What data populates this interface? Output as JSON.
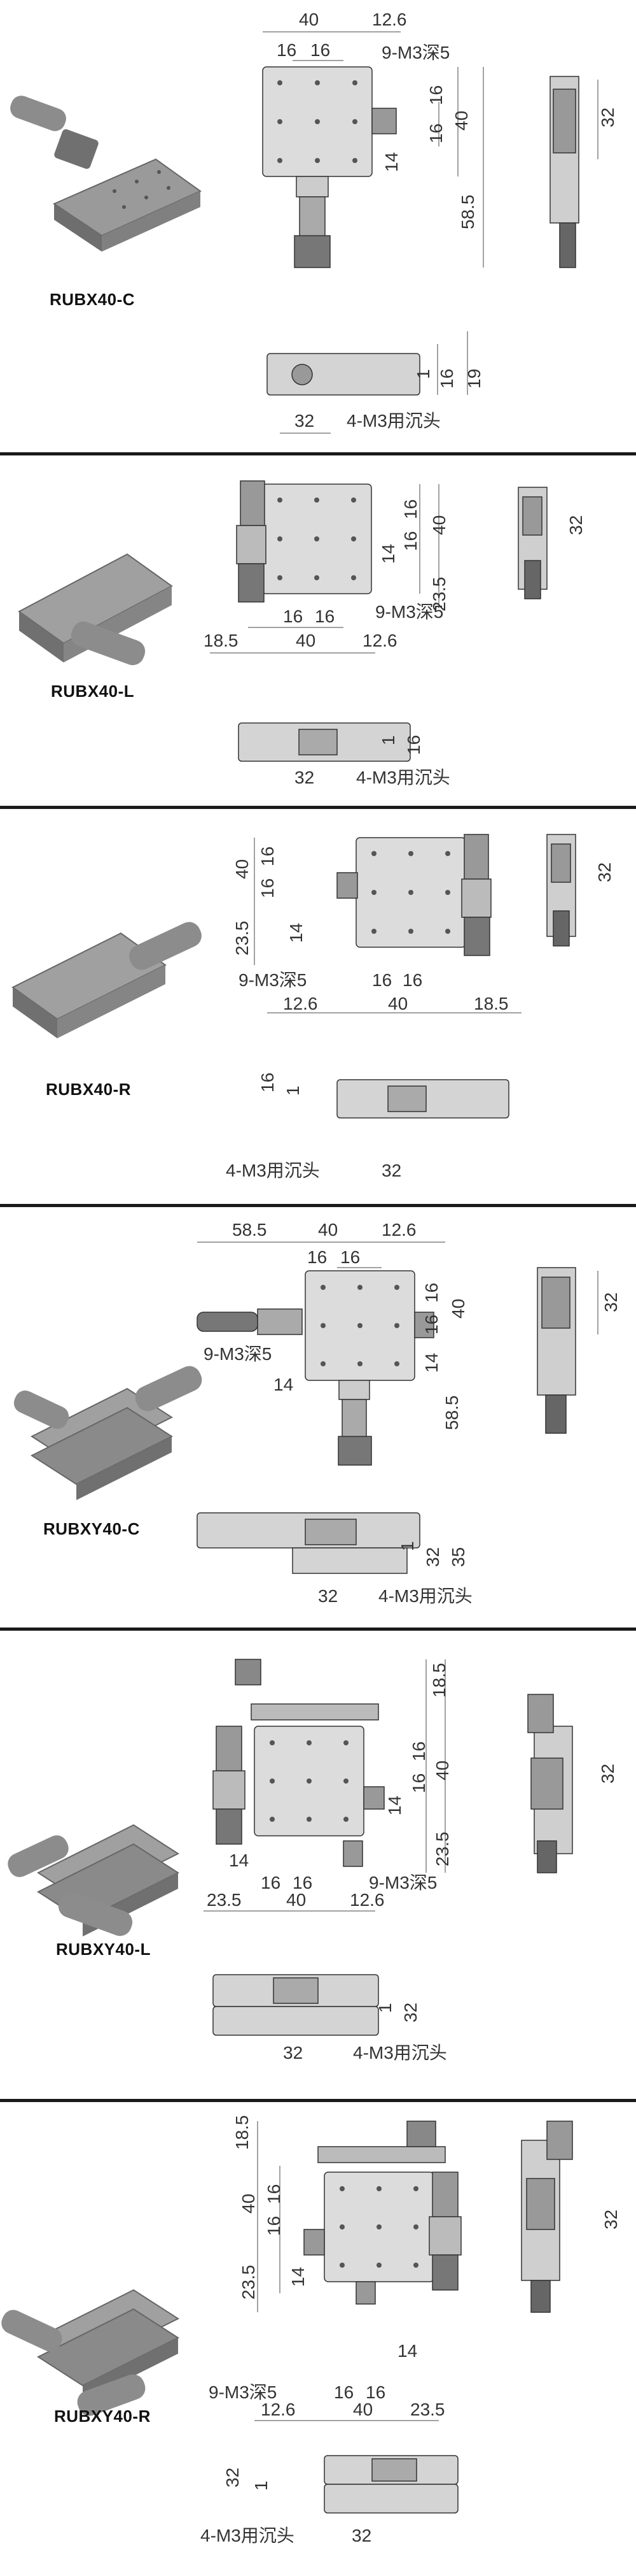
{
  "sections": [
    {
      "model": "RUBX40-C",
      "top_labels": [
        "40",
        "12.6",
        "16",
        "16",
        "9-M3深5"
      ],
      "right_labels": [
        "16",
        "16",
        "40",
        "14",
        "58.5"
      ],
      "side_labels": [
        "32"
      ],
      "bottom_labels": [
        "1",
        "16",
        "19",
        "32",
        "4-M3用沉头"
      ]
    },
    {
      "model": "RUBX40-L",
      "top_labels": [
        "16",
        "16",
        "40",
        "14",
        "23.5"
      ],
      "side_labels": [
        "32"
      ],
      "mid_labels": [
        "9-M3深5",
        "16",
        "16",
        "18.5",
        "40",
        "12.6"
      ],
      "bottom_labels": [
        "1",
        "16",
        "32",
        "4-M3用沉头"
      ]
    },
    {
      "model": "RUBX40-R",
      "left_labels": [
        "40",
        "16",
        "16",
        "23.5",
        "14"
      ],
      "side_labels": [
        "32"
      ],
      "mid_labels": [
        "9-M3深5",
        "16",
        "16",
        "12.6",
        "40",
        "18.5"
      ],
      "bottom_labels": [
        "16",
        "1",
        "4-M3用沉头",
        "32"
      ]
    },
    {
      "model": "RUBXY40-C",
      "top_labels": [
        "58.5",
        "40",
        "12.6",
        "16",
        "16"
      ],
      "right_labels": [
        "16",
        "16",
        "40",
        "14",
        "58.5"
      ],
      "side_labels": [
        "32"
      ],
      "mid_labels": [
        "9-M3深5",
        "14"
      ],
      "bottom_labels": [
        "1",
        "32",
        "35",
        "32",
        "4-M3用沉头"
      ]
    },
    {
      "model": "RUBXY40-L",
      "right_labels": [
        "18.5",
        "16",
        "16",
        "40",
        "14",
        "23.5"
      ],
      "side_labels": [
        "32"
      ],
      "mid_labels": [
        "14",
        "16",
        "16",
        "9-M3深5",
        "23.5",
        "40",
        "12.6"
      ],
      "bottom_labels": [
        "1",
        "32",
        "32",
        "4-M3用沉头"
      ]
    },
    {
      "model": "RUBXY40-R",
      "left_labels": [
        "18.5",
        "40",
        "16",
        "16",
        "23.5",
        "14"
      ],
      "side_labels": [
        "32"
      ],
      "mid_labels": [
        "14",
        "9-M3深5",
        "16",
        "16",
        "12.6",
        "40",
        "23.5"
      ],
      "bottom_labels": [
        "32",
        "1",
        "4-M3用沉头",
        "32"
      ]
    }
  ]
}
